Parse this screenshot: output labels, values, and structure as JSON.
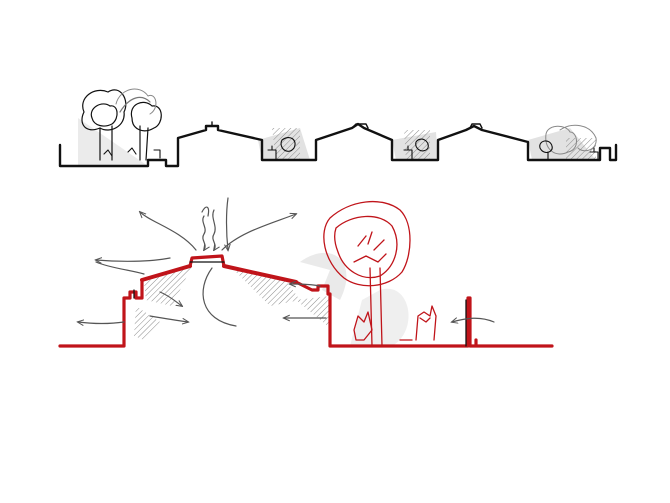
{
  "diagram": {
    "type": "architectural-section-sketch",
    "colors": {
      "background": "#ffffff",
      "black_ink": "#111111",
      "red_ink": "#c0141a",
      "grey_arrow": "#555555",
      "shade": "#d9d9d9",
      "hatch": "#8c8c8c"
    },
    "elements": [
      "overall-section-strip",
      "enlarged-section",
      "airflow-arrows",
      "tree-sketch"
    ]
  }
}
